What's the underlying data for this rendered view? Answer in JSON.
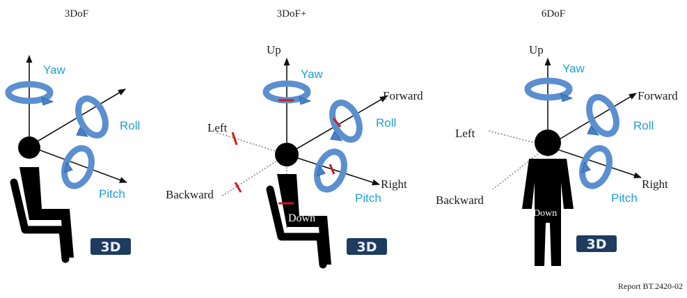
{
  "panels": [
    {
      "title": "3DoF",
      "rotations": {
        "yaw": "Yaw",
        "roll": "Roll",
        "pitch": "Pitch"
      }
    },
    {
      "title": "3DoF+",
      "rotations": {
        "yaw": "Yaw",
        "roll": "Roll",
        "pitch": "Pitch"
      },
      "directions": {
        "up": "Up",
        "forward": "Forward",
        "left": "Left",
        "backward": "Backward",
        "right": "Right",
        "down": "Down"
      }
    },
    {
      "title": "6DoF",
      "rotations": {
        "yaw": "Yaw",
        "roll": "Roll",
        "pitch": "Pitch"
      },
      "directions": {
        "up": "Up",
        "forward": "Forward",
        "left": "Left",
        "backward": "Backward",
        "right": "Right",
        "down": "Down"
      }
    }
  ],
  "logo_text": "3D",
  "report_label": "Report  BT.2420-02",
  "colors": {
    "rotation_label": "#1e9fd6",
    "arrow_fill": "#5b8fd0",
    "marker": "#d11a1a",
    "figure": "#000000"
  }
}
